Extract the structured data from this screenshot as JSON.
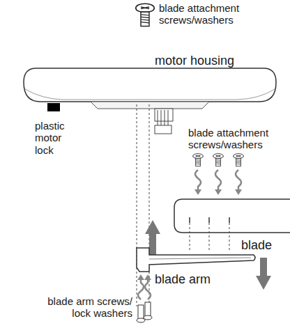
{
  "diagram": {
    "labels": [
      "blade attachment screws/washers",
      "motor housing",
      "plastic motor lock",
      "blade attachment screws/washers",
      "blade",
      "blade arm",
      "blade arm screws/ lock washers"
    ]
  }
}
